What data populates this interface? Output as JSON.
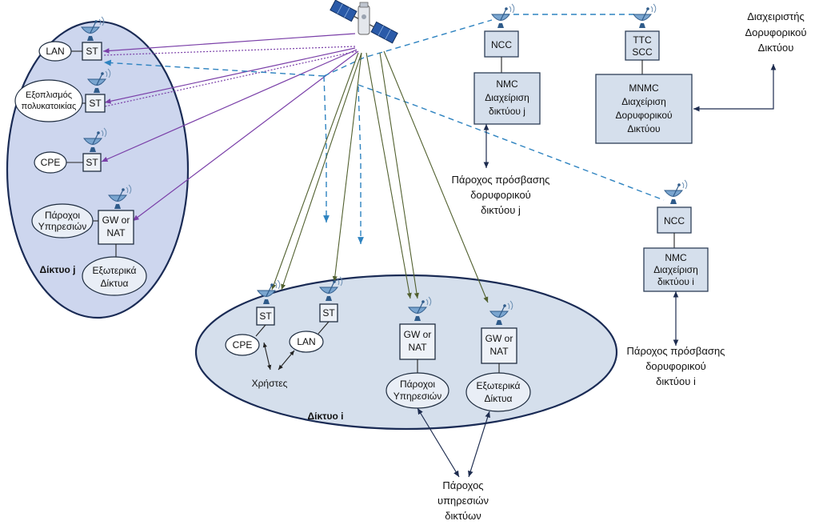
{
  "colors": {
    "network_fill": "#cdd6ee",
    "network_i_fill": "#d5dfec",
    "outline": "#1a2b55",
    "box_fill": "#d5dfec",
    "purple_link": "#7a3fa8",
    "green_link": "#51602f",
    "dashed_link": "#2e83c0",
    "arrow_navy": "#1d2c4f"
  },
  "icons": {
    "satellite": "satellite-icon",
    "dish": "satellite-dish-icon"
  },
  "network_j": {
    "title": "Δίκτυο j",
    "st": "ST",
    "lan": "LAN",
    "building": [
      "Εξοπλισμός",
      "πολυκατοικίας"
    ],
    "cpe": "CPE",
    "gw": [
      "GW or",
      "NAT"
    ],
    "providers": [
      "Πάροχοι",
      "Υπηρεσιών"
    ],
    "external": [
      "Εξωτερικά",
      "Δίκτυα"
    ]
  },
  "network_i": {
    "title": "Δίκτυο i",
    "st": "ST",
    "cpe": "CPE",
    "lan": "LAN",
    "users": "Χρήστες",
    "gw": [
      "GW or",
      "NAT"
    ],
    "providers": [
      "Πάροχοι",
      "Υπηρεσιών"
    ],
    "external": [
      "Εξωτερικά",
      "Δίκτυα"
    ]
  },
  "control_j": {
    "ncc": "NCC",
    "nmc": [
      "NMC",
      "Διαχείριση",
      "δικτύου j"
    ],
    "provider": [
      "Πάροχος πρόσβασης",
      "δορυφορικού",
      "δικτύου j"
    ]
  },
  "control_main": {
    "ttc": [
      "TTC",
      "SCC"
    ],
    "mnmc": [
      "MNMC",
      "Διαχείριση",
      "Δορυφορικού",
      "Δικτύου"
    ],
    "operator": [
      "Διαχειριστής",
      "Δορυφορικού",
      "Δικτύου"
    ]
  },
  "control_i": {
    "ncc": "NCC",
    "nmc": [
      "NMC",
      "Διαχείριση",
      "δικτύου i"
    ],
    "provider": [
      "Πάροχος πρόσβασης",
      "δορυφορικού",
      "δικτύου i"
    ]
  },
  "service_provider": [
    "Πάροχος",
    "υπηρεσιών",
    "δικτύων"
  ]
}
